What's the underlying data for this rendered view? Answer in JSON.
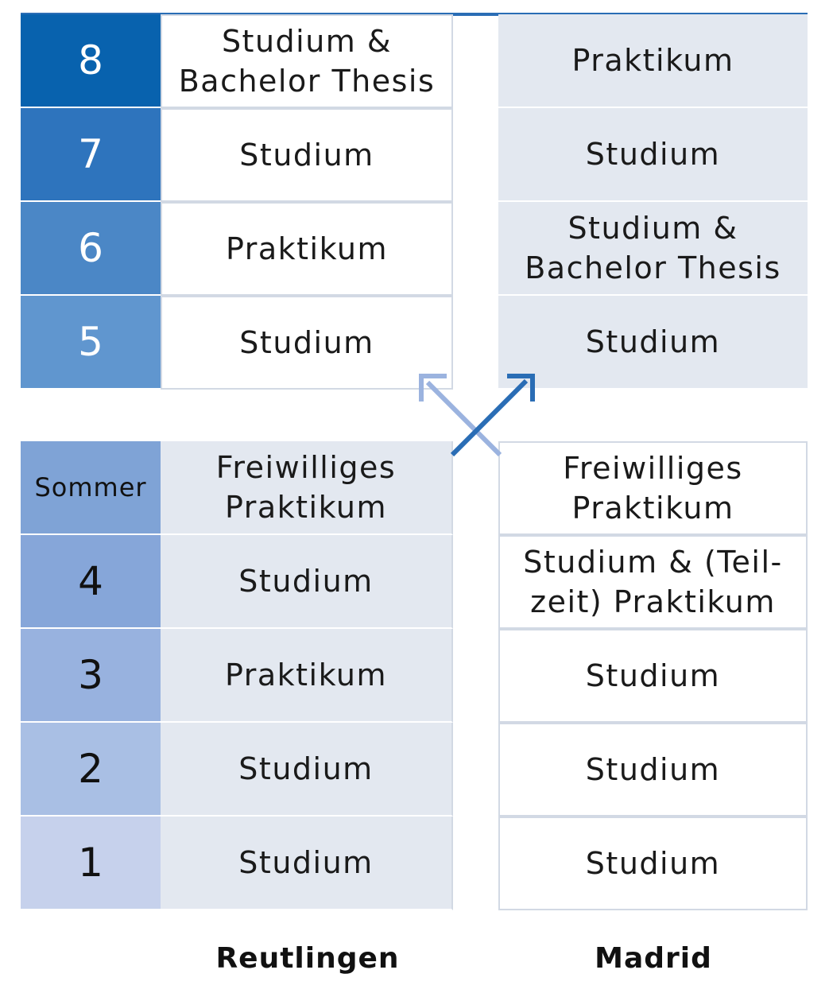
{
  "semesters_top": [
    {
      "label": "8",
      "reutlingen": "Studium &\nBachelor Thesis",
      "madrid": "Praktikum",
      "color": "#0862ae",
      "text_color": "#ffffff"
    },
    {
      "label": "7",
      "reutlingen": "Studium",
      "madrid": "Studium",
      "color": "#2e74bd",
      "text_color": "#ffffff"
    },
    {
      "label": "6",
      "reutlingen": "Praktikum",
      "madrid": "Studium &\nBachelor Thesis",
      "color": "#4b87c6",
      "text_color": "#ffffff"
    },
    {
      "label": "5",
      "reutlingen": "Studium",
      "madrid": "Studium",
      "color": "#6096cf",
      "text_color": "#ffffff"
    }
  ],
  "semesters_bottom": [
    {
      "label": "Sommer",
      "reutlingen": "Freiwilliges\nPraktikum",
      "madrid": "Freiwilliges\nPraktikum",
      "color": "#7fa3d6",
      "text_color": "#111111"
    },
    {
      "label": "4",
      "reutlingen": "Studium",
      "madrid": "Studium & (Teil-\nzeit) Praktikum",
      "color": "#86a6d9",
      "text_color": "#111111"
    },
    {
      "label": "3",
      "reutlingen": "Praktikum",
      "madrid": "Studium",
      "color": "#98b2df",
      "text_color": "#111111"
    },
    {
      "label": "2",
      "reutlingen": "Studium",
      "madrid": "Studium",
      "color": "#a9bfe4",
      "text_color": "#111111"
    },
    {
      "label": "1",
      "reutlingen": "Studium",
      "madrid": "Studium",
      "color": "#c6d1ec",
      "text_color": "#111111"
    }
  ],
  "columns": {
    "reutlingen": "Reutlingen",
    "madrid": "Madrid"
  },
  "colors": {
    "arrow_dark": "#2a6db5",
    "arrow_light": "#9bb3df",
    "cell_grey": "#e3e8f0"
  }
}
